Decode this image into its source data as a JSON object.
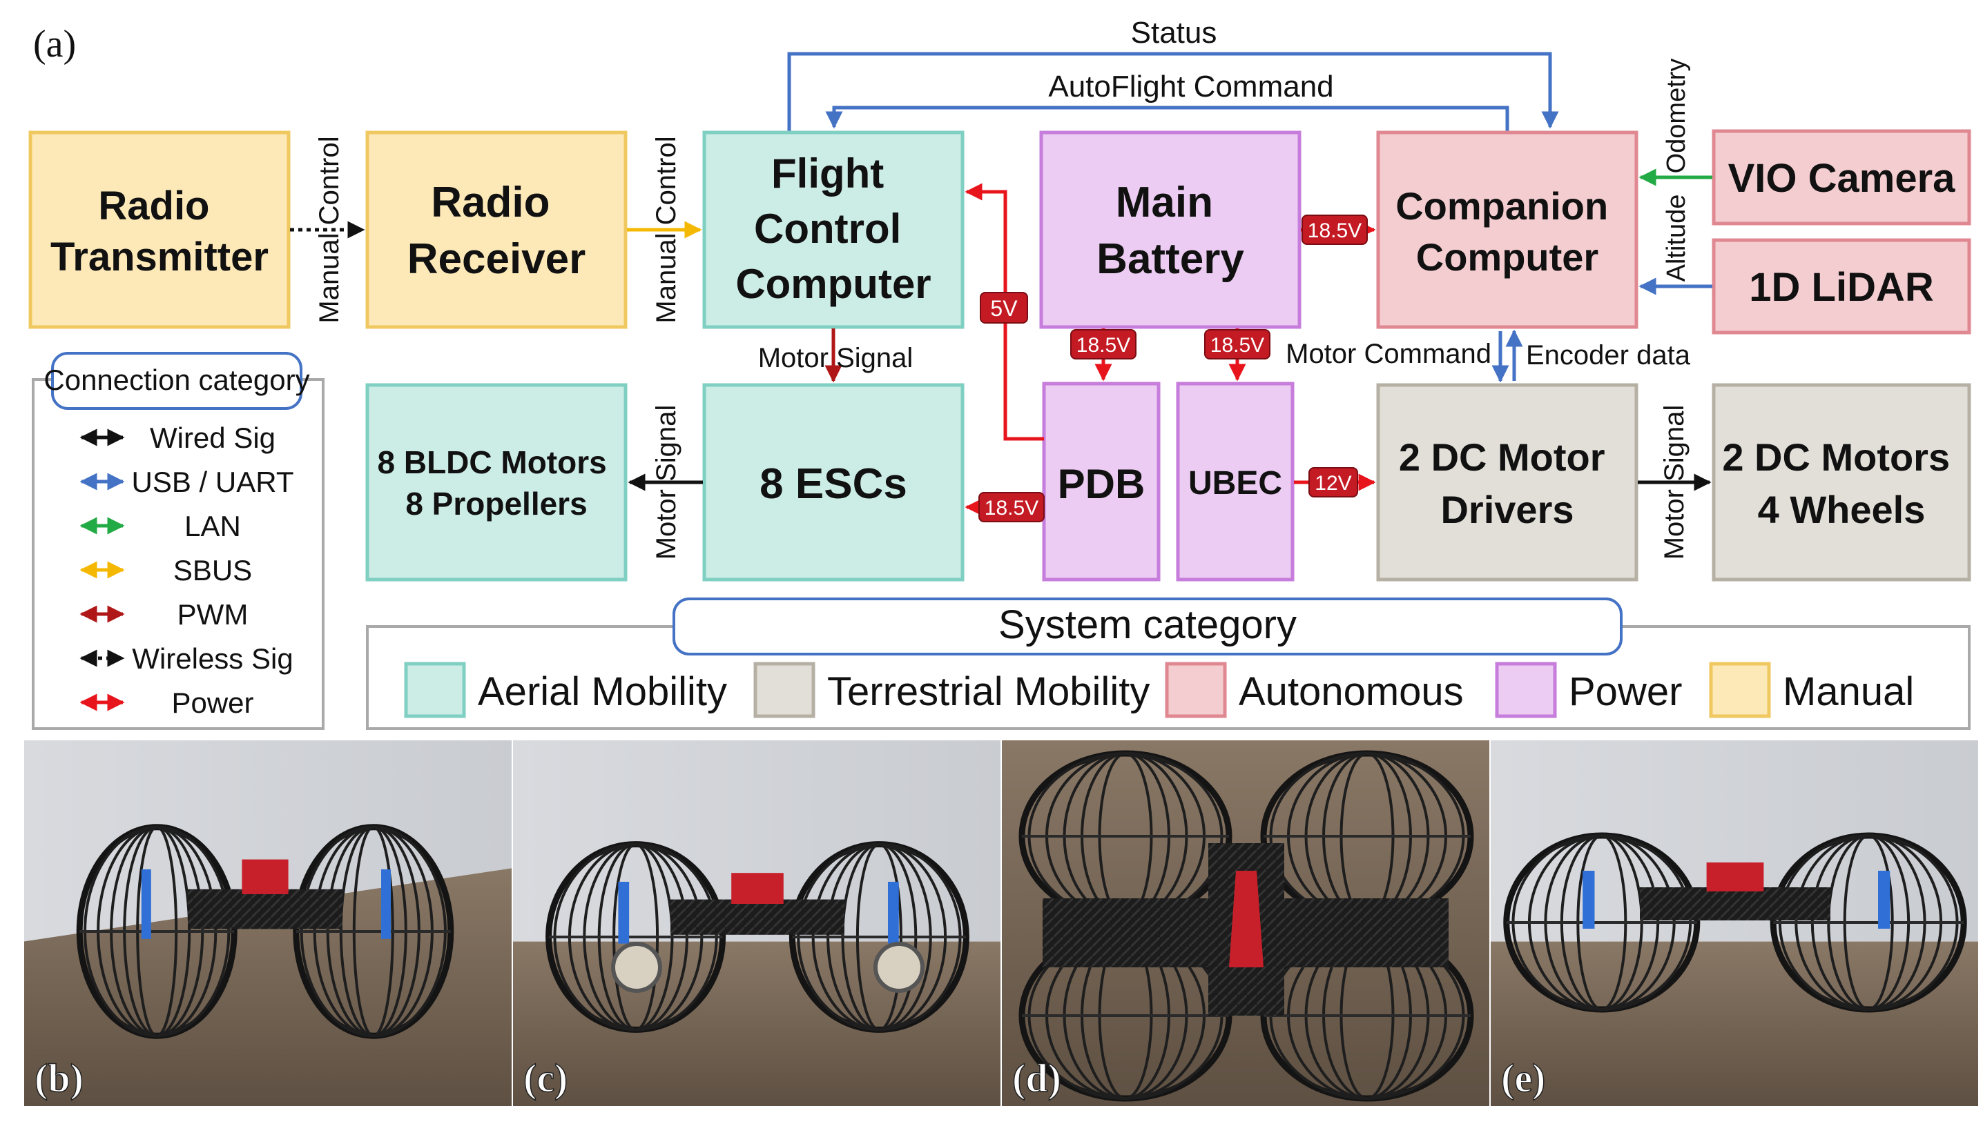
{
  "panel_a_label": "(a)",
  "blocks": {
    "radio_tx": [
      "Radio",
      "Transmitter"
    ],
    "radio_rx": [
      "Radio",
      "Receiver"
    ],
    "fcc": [
      "Flight",
      "Control",
      "Computer"
    ],
    "battery": [
      "Main",
      "Battery"
    ],
    "companion": [
      "Companion",
      "Computer"
    ],
    "vio": [
      "VIO Camera"
    ],
    "lidar": [
      "1D LiDAR"
    ],
    "bldc": [
      "8 BLDC Motors",
      "8 Propellers"
    ],
    "escs": [
      "8 ESCs"
    ],
    "pdb": [
      "PDB"
    ],
    "ubec": [
      "UBEC"
    ],
    "dc_drivers": [
      "2 DC Motor",
      "Drivers"
    ],
    "dc_motors": [
      "2 DC Motors",
      "4 Wheels"
    ]
  },
  "signals": {
    "status": "Status",
    "autoflight": "AutoFlight Command",
    "manual_control": "Manual Control",
    "odometry": "Odometry",
    "altitude": "Altitude",
    "motor_signal": "Motor Signal",
    "motor_command": "Motor Command",
    "encoder_data": "Encoder data",
    "v5": "5V",
    "v185": "18.5V",
    "v12": "12V"
  },
  "connection_legend": {
    "title": "Connection category",
    "items": [
      {
        "label": "Wired Sig",
        "color": "#111111",
        "style": "solid"
      },
      {
        "label": "USB / UART",
        "color": "#4472c4",
        "style": "solid"
      },
      {
        "label": "LAN",
        "color": "#22aa44",
        "style": "solid"
      },
      {
        "label": "SBUS",
        "color": "#f5b800",
        "style": "solid"
      },
      {
        "label": "PWM",
        "color": "#b01818",
        "style": "solid"
      },
      {
        "label": "Wireless Sig",
        "color": "#111111",
        "style": "dotted"
      },
      {
        "label": "Power",
        "color": "#e8141c",
        "style": "solid"
      }
    ]
  },
  "system_legend": {
    "title": "System category",
    "items": [
      {
        "label": "Aerial Mobility",
        "fill": "#ccece6",
        "stroke": "#7fcfc3"
      },
      {
        "label": "Terrestrial Mobility",
        "fill": "#e2dfd8",
        "stroke": "#b6b0a4"
      },
      {
        "label": "Autonomous",
        "fill": "#f4cdd0",
        "stroke": "#e08891"
      },
      {
        "label": "Power",
        "fill": "#ecccf2",
        "stroke": "#c77ddb"
      },
      {
        "label": "Manual",
        "fill": "#fde9b8",
        "stroke": "#f0c860"
      }
    ]
  },
  "photos": [
    {
      "label": "(b)"
    },
    {
      "label": "(c)"
    },
    {
      "label": "(d)"
    },
    {
      "label": "(e)"
    }
  ]
}
